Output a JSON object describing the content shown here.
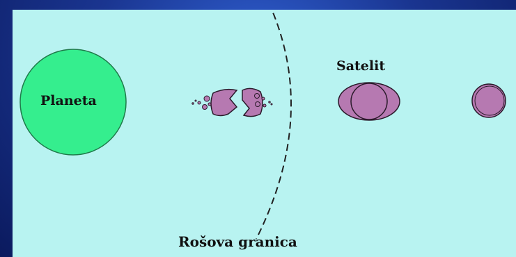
{
  "labels": {
    "planet": "Planeta",
    "satellite": "Satelit",
    "roche_limit": "Rošova granica"
  },
  "colors": {
    "panel_bg": "#b8f3f1",
    "planet_fill": "#35ee8e",
    "satellite_fill": "#b679b1",
    "outline": "#2a1a2a",
    "frame_bg": "#1a3590"
  }
}
